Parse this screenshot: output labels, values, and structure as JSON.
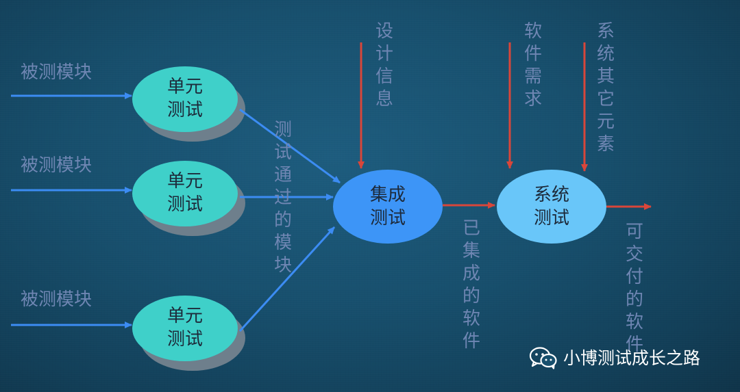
{
  "inputs": {
    "module_label": "被测模块"
  },
  "nodes": {
    "unit_test_label": "单元\n测试",
    "integration_test_label": "集成\n测试",
    "system_test_label": "系统\n测试"
  },
  "annotations": {
    "passed_modules": "测试通过的模块",
    "design_info": "设计信息",
    "software_requirements": "软件需求",
    "other_system_elements": "系统其它元素",
    "integrated_software": "已集成的软件",
    "deliverable_software": "可交付的软件"
  },
  "watermark": {
    "icon": "wechat-icon",
    "text": "小博测试成长之路"
  },
  "colors": {
    "background": "#174f6d",
    "unit_node": "#3fd0c9",
    "integration_node": "#3d95f7",
    "system_node": "#69c6f9",
    "input_arrow": "#3c8cf3",
    "output_arrow": "#d9463a",
    "label_text": "#6f86b3",
    "node_text": "#1d2a3a"
  }
}
